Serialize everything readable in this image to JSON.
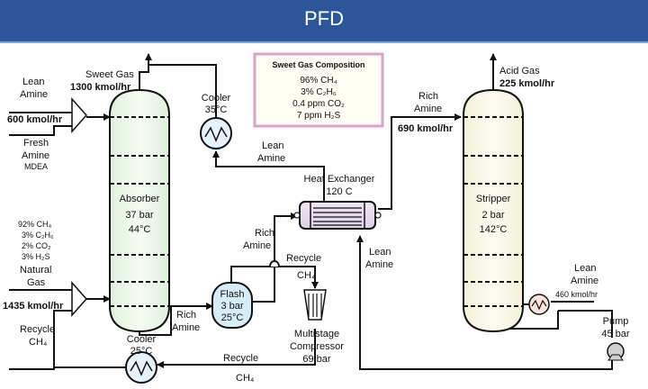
{
  "header": {
    "title": "PFD"
  },
  "composition": {
    "title": "Sweet Gas Composition",
    "lines": [
      "96% CH₄",
      "3% C₂H₆",
      "0.4 ppm CO₂",
      "7 ppm H₂S"
    ]
  },
  "absorber": {
    "name": "Absorber",
    "pressure": "37 bar",
    "temperature": "44°C"
  },
  "stripper": {
    "name": "Stripper",
    "pressure": "2 bar",
    "temperature": "142°C"
  },
  "flash": {
    "name": "Flash",
    "pressure": "3 bar",
    "temperature": "25°C"
  },
  "heat_exchanger": {
    "name": "Heat Exchanger",
    "temperature": "120 C"
  },
  "cooler_top": {
    "name": "Cooler",
    "temperature": "35°C"
  },
  "cooler_bottom": {
    "name": "Cooler",
    "temperature": "25°C"
  },
  "compressor": {
    "line1": "Multistage",
    "line2": "Compressor",
    "pressure": "69 bar"
  },
  "pump": {
    "name": "Pump",
    "pressure": "45 bar"
  },
  "streams": {
    "sweet_gas": "Sweet Gas",
    "sweet_gas_flow": "1300 kmol/hr",
    "lean_amine_top_1": "Lean",
    "lean_amine_top_2": "Amine",
    "lean_amine_flow": "600 kmol/hr",
    "fresh_amine_1": "Fresh",
    "fresh_amine_2": "Amine",
    "fresh_amine_3": "MDEA",
    "feed_comp": [
      "92% CH₄",
      "3% C₂H₆",
      "2% CO₂",
      "3% H₂S"
    ],
    "natural_gas_1": "Natural",
    "natural_gas_2": "Gas",
    "natural_gas_flow": "1435 kmol/hr",
    "recycle_ch4_left_1": "Recycle",
    "recycle_ch4_left_2": "CH₄",
    "rich_amine_abs_1": "Rich",
    "rich_amine_abs_2": "Amine",
    "rich_amine_flash_1": "Rich",
    "rich_amine_flash_2": "Amine",
    "lean_amine_hx_1": "Lean",
    "lean_amine_hx_2": "Amine",
    "recycle_ch4_mid_1": "Recycle",
    "recycle_ch4_mid_2": "CH₄",
    "recycle_ch4_bottom_1": "Recycle",
    "recycle_ch4_bottom_2": "CH₄",
    "rich_amine_stripper_1": "Rich",
    "rich_amine_stripper_2": "Amine",
    "rich_amine_stripper_flow": "690 kmol/hr",
    "acid_gas": "Acid Gas",
    "acid_gas_flow": "225 kmol/hr",
    "lean_amine_hx_bottom_1": "Lean",
    "lean_amine_hx_bottom_2": "Amine",
    "lean_amine_pump_1": "Lean",
    "lean_amine_pump_2": "Amine",
    "lean_amine_pump_flow": "460 kmol/hr"
  }
}
